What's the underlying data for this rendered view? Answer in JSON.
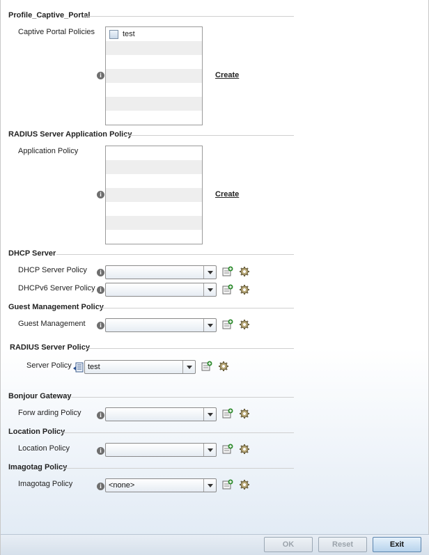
{
  "sections": {
    "captive": {
      "title": "Profile_Captive_Portal",
      "label": "Captive Portal Policies",
      "items": [
        "test"
      ],
      "create": "Create"
    },
    "radius_app": {
      "title": "RADIUS Server Application Policy",
      "label": "Application Policy",
      "create": "Create"
    },
    "dhcp": {
      "title": "DHCP Server",
      "server_label": "DHCP Server Policy",
      "server_value": "",
      "v6_label": "DHCPv6 Server Policy",
      "v6_value": ""
    },
    "guest": {
      "title": "Guest Management Policy",
      "label": "Guest Management",
      "value": ""
    },
    "radius_server": {
      "title": "RADIUS Server Policy",
      "label": "Server Policy",
      "value": "test"
    },
    "bonjour": {
      "title": "Bonjour Gateway",
      "label": "Forw arding Policy",
      "value": ""
    },
    "location": {
      "title": "Location Policy",
      "label": "Location Policy",
      "value": ""
    },
    "imagotag": {
      "title": "Imagotag Policy",
      "label": "Imagotag Policy",
      "value": "<none>"
    }
  },
  "footer": {
    "ok": "OK",
    "reset": "Reset",
    "exit": "Exit"
  },
  "colors": {
    "add_icon": "#2e8b2e",
    "gear_icon": "#8a7a50",
    "exit_button": "#b7d3ec"
  },
  "info_glyph": "i"
}
